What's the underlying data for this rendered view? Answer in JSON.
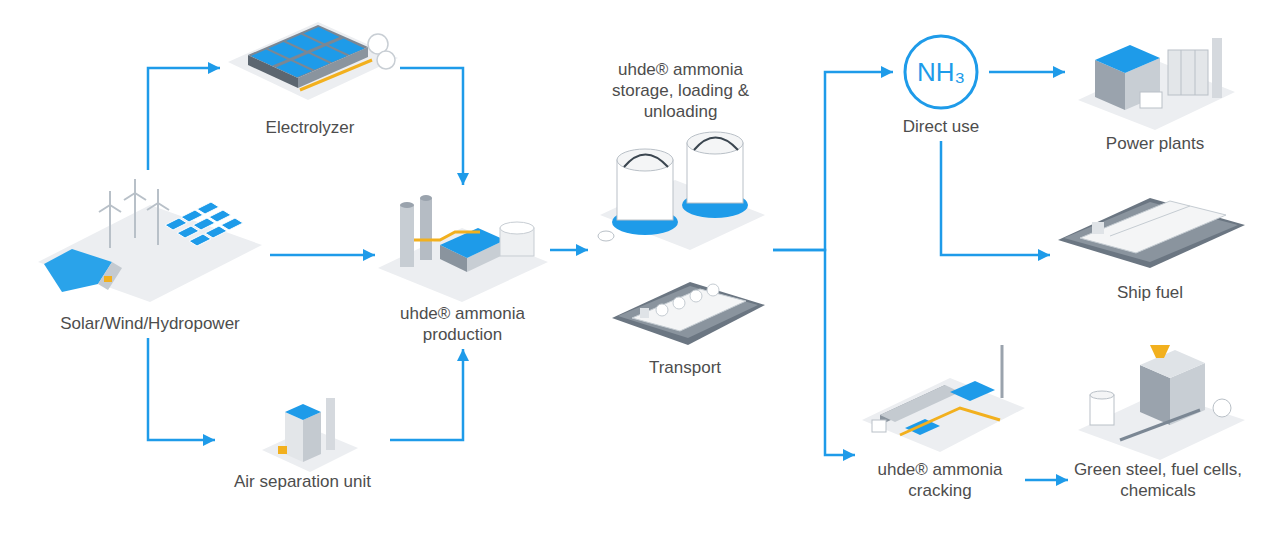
{
  "diagram": {
    "nodes": [
      {
        "text": [
          "Electrolyzer"
        ]
      },
      {
        "text": [
          "Solar/Wind/Hydropower"
        ]
      },
      {
        "text": [
          "Air separation unit"
        ]
      },
      {
        "text": [
          "uhde® ammonia production"
        ]
      },
      {
        "text": [
          "uhde® ammonia storage, loading & unloading"
        ]
      },
      {
        "text": [
          "Transport"
        ]
      },
      {
        "text": [
          "NH₃",
          "Direct use"
        ]
      },
      {
        "text": [
          "Power plants"
        ]
      },
      {
        "text": [
          "Ship fuel"
        ]
      },
      {
        "text": [
          "uhde® ammonia cracking"
        ]
      },
      {
        "text": [
          "Green steel, fuel cells, chemicals"
        ]
      }
    ],
    "edges": [
      {
        "from": 1,
        "to": 0,
        "arrow": "to"
      },
      {
        "from": 0,
        "to": 3,
        "arrow": "to"
      },
      {
        "from": 1,
        "to": 3,
        "arrow": "to"
      },
      {
        "from": 1,
        "to": 2,
        "arrow": "to"
      },
      {
        "from": 2,
        "to": 3,
        "arrow": "to"
      },
      {
        "from": 3,
        "to": 4,
        "arrow": "to"
      },
      {
        "from": 4,
        "to": 6,
        "arrow": "to"
      },
      {
        "from": 4,
        "to": 9,
        "arrow": "to"
      },
      {
        "from": 6,
        "to": 7,
        "arrow": "to"
      },
      {
        "from": 6,
        "to": 8,
        "arrow": "to"
      },
      {
        "from": 9,
        "to": 10,
        "arrow": "to"
      }
    ]
  }
}
